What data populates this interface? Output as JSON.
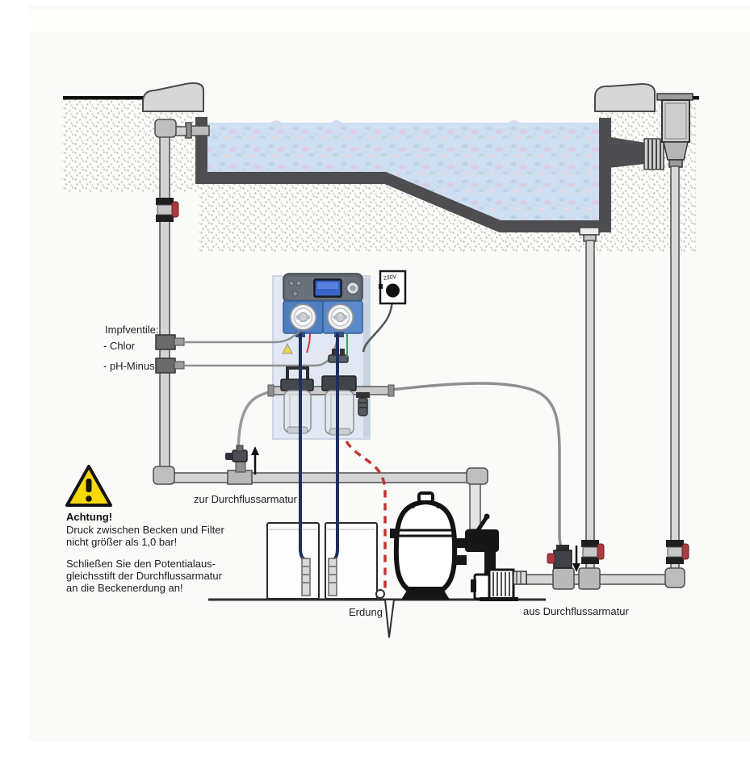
{
  "page": {
    "type": "pool-dosing-system-installation-schematic",
    "language": "de"
  },
  "labels": {
    "injection_valves": {
      "heading": "Impfventile:",
      "chlorine": "- Chlor",
      "ph_minus": "- pH-Minus"
    },
    "to_flow_fitting": "zur Durchflussarmatur",
    "from_flow_fitting": "aus Durchflussarmatur",
    "grounding": "Erdung",
    "socket_voltage": "230V"
  },
  "warning": {
    "title": "Achtung!",
    "pressure_line1": "Druck zwischen Becken und Filter",
    "pressure_line2": "nicht größer als 1,0 bar!",
    "ground_line1": "Schließen Sie den Potentialaus-",
    "ground_line2": "gleichsstift der Durchflussarmatur",
    "ground_line3": "an die Beckenerdung an!"
  },
  "icons": {
    "warning_triangle": "triangle-exclamation",
    "power_socket": "schuko-socket-with-plug",
    "flow_up_arrow": "↑",
    "flow_down_arrow": "↓",
    "ground_spike": "earth-rod"
  },
  "colors": {
    "water": "#cddff1",
    "pool_wall": "#4e4e51",
    "pipe_gray": "#d4d4d4",
    "valve_handle_red": "#ab3a41",
    "grounding_wire_red": "#c23434",
    "warning_yellow": "#f6d906",
    "panel_blue": "#e1e8f3",
    "pump_blue": "#4d7fc0",
    "lcd_blue": "#3a63c9",
    "black_plumbing": "#161616"
  }
}
